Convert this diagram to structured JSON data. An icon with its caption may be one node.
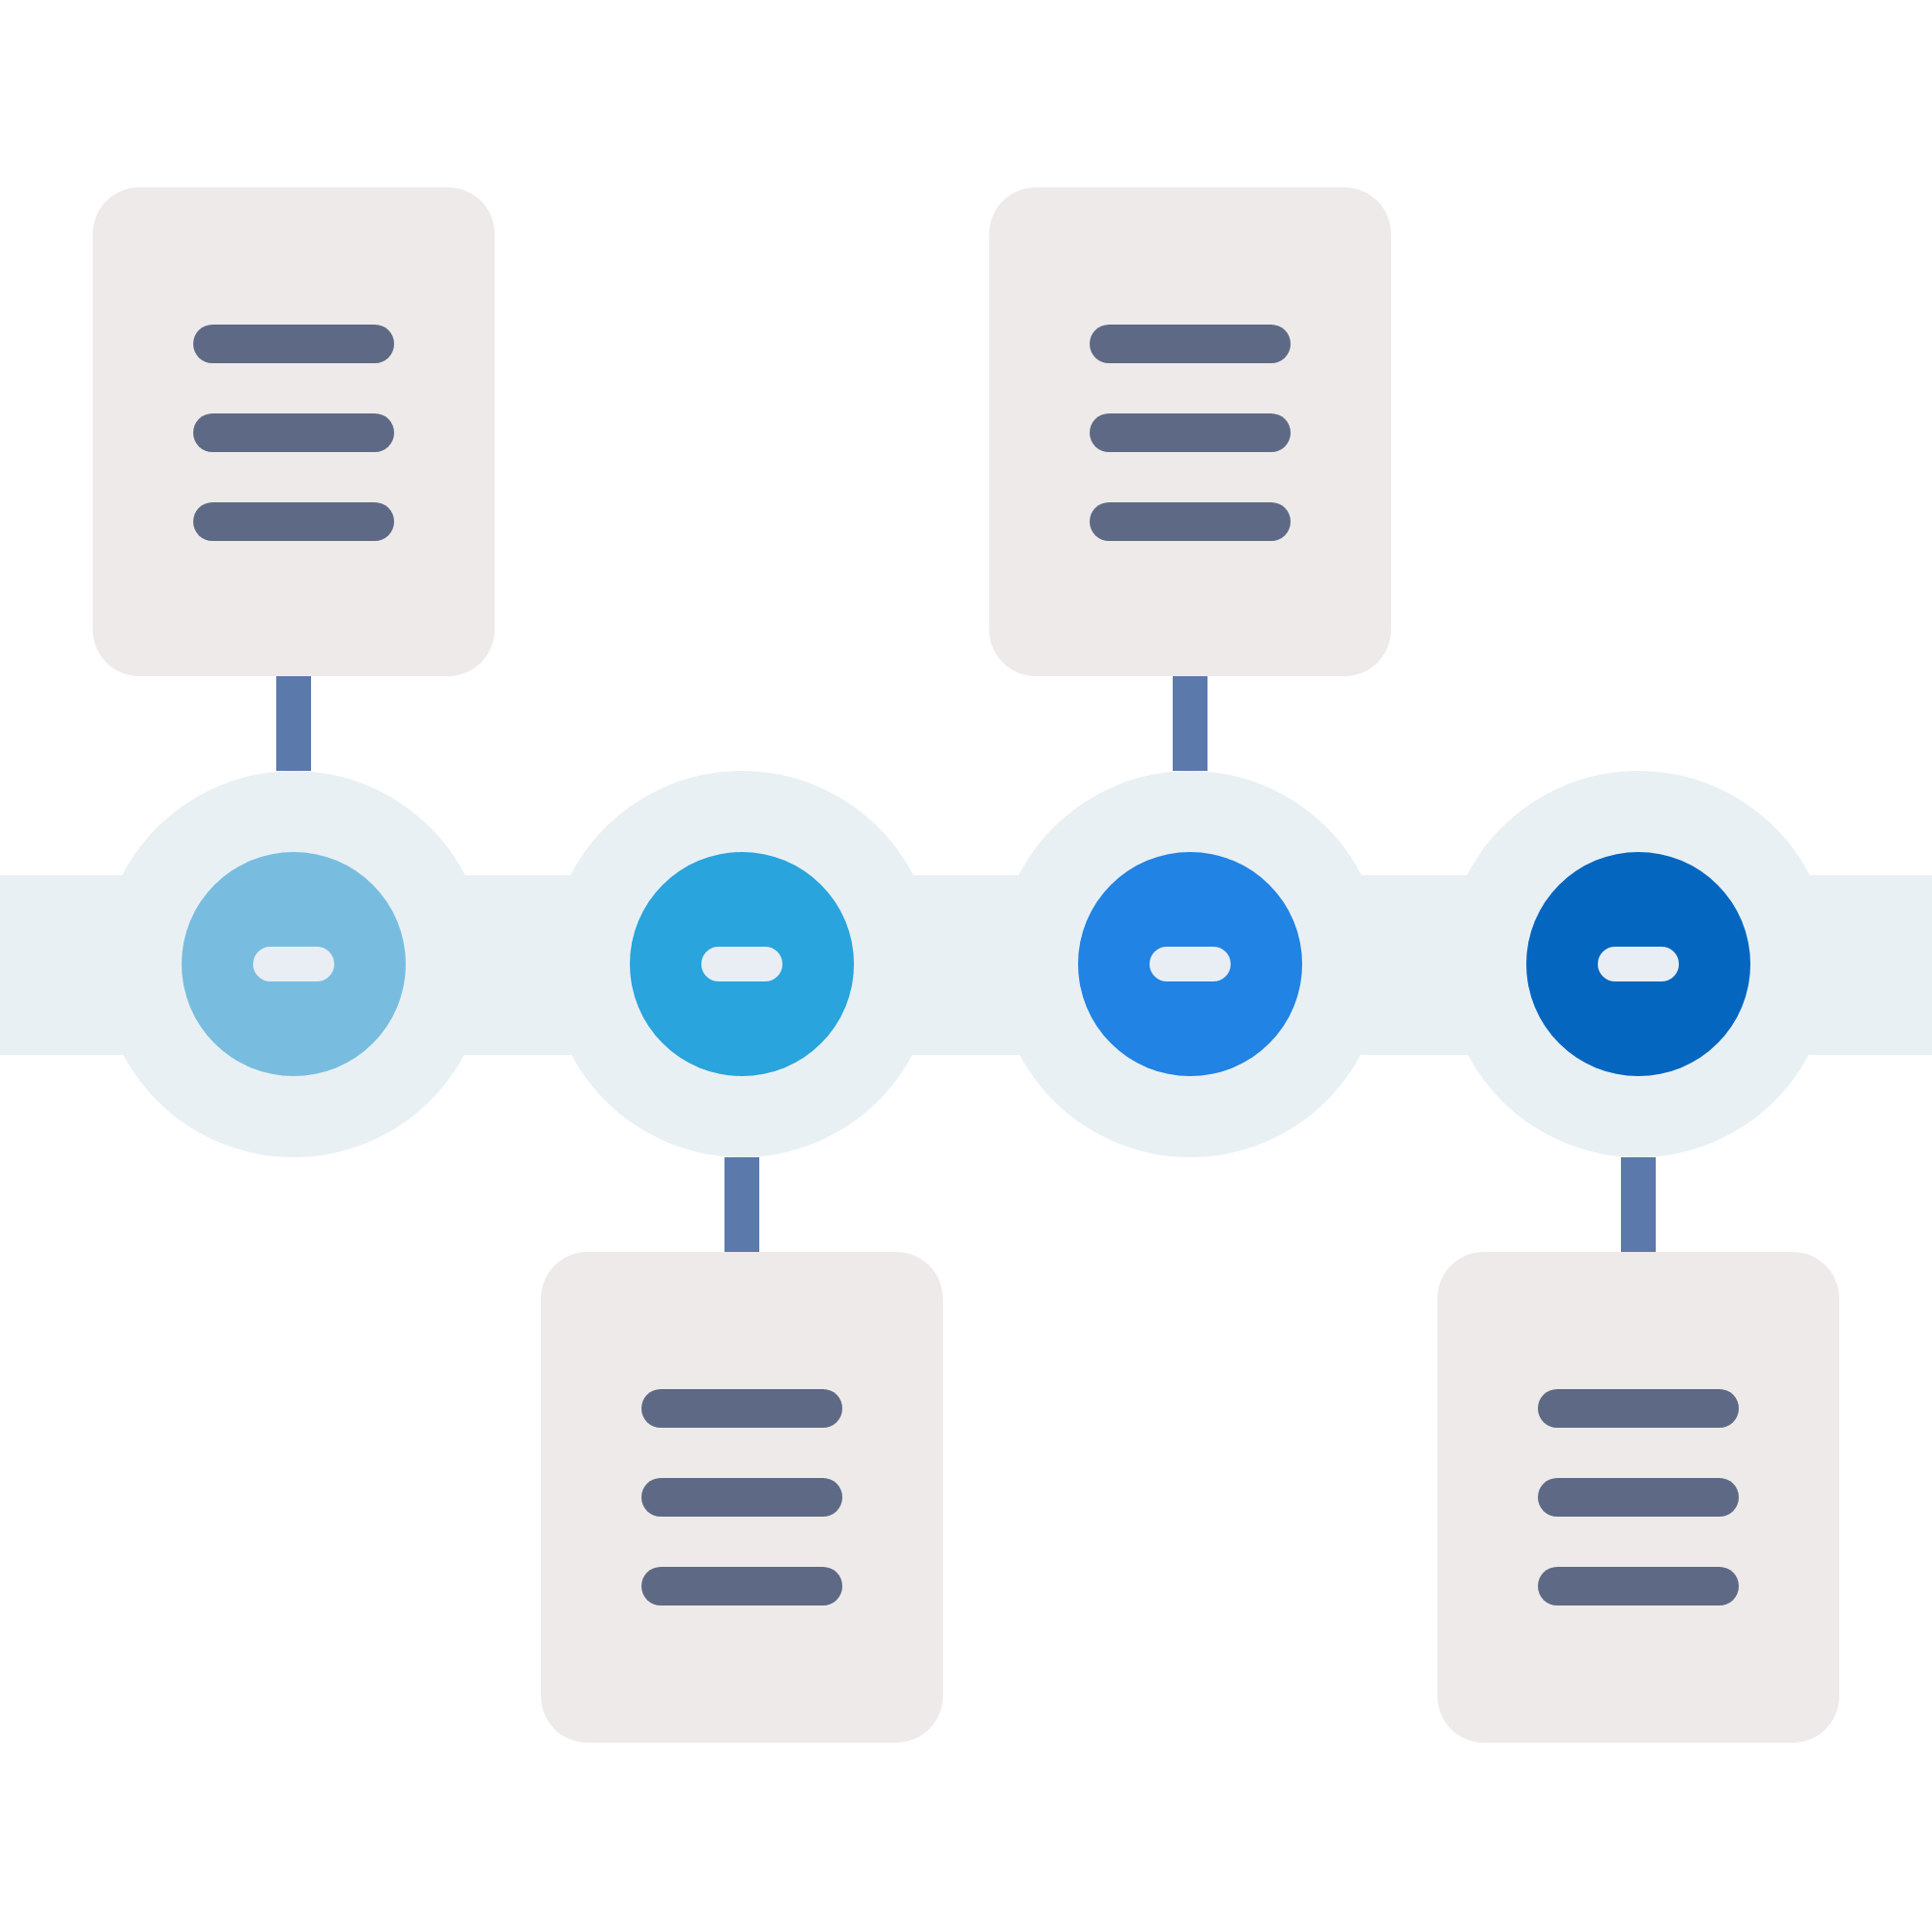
{
  "diagram": {
    "nodes": [
      {
        "text": [],
        "shape": "box"
      },
      {
        "text": [],
        "shape": "box"
      },
      {
        "text": [],
        "shape": "circle"
      },
      {
        "text": [],
        "shape": "circle"
      },
      {
        "text": [],
        "shape": "circle"
      },
      {
        "text": [],
        "shape": "circle"
      },
      {
        "text": [],
        "shape": "box"
      },
      {
        "text": [],
        "shape": "box"
      }
    ],
    "edges": [
      {
        "from": 0,
        "to": 2,
        "arrow": "none"
      },
      {
        "from": 1,
        "to": 4,
        "arrow": "none"
      },
      {
        "from": 3,
        "to": 6,
        "arrow": "none"
      },
      {
        "from": 5,
        "to": 7,
        "arrow": "none"
      }
    ]
  }
}
